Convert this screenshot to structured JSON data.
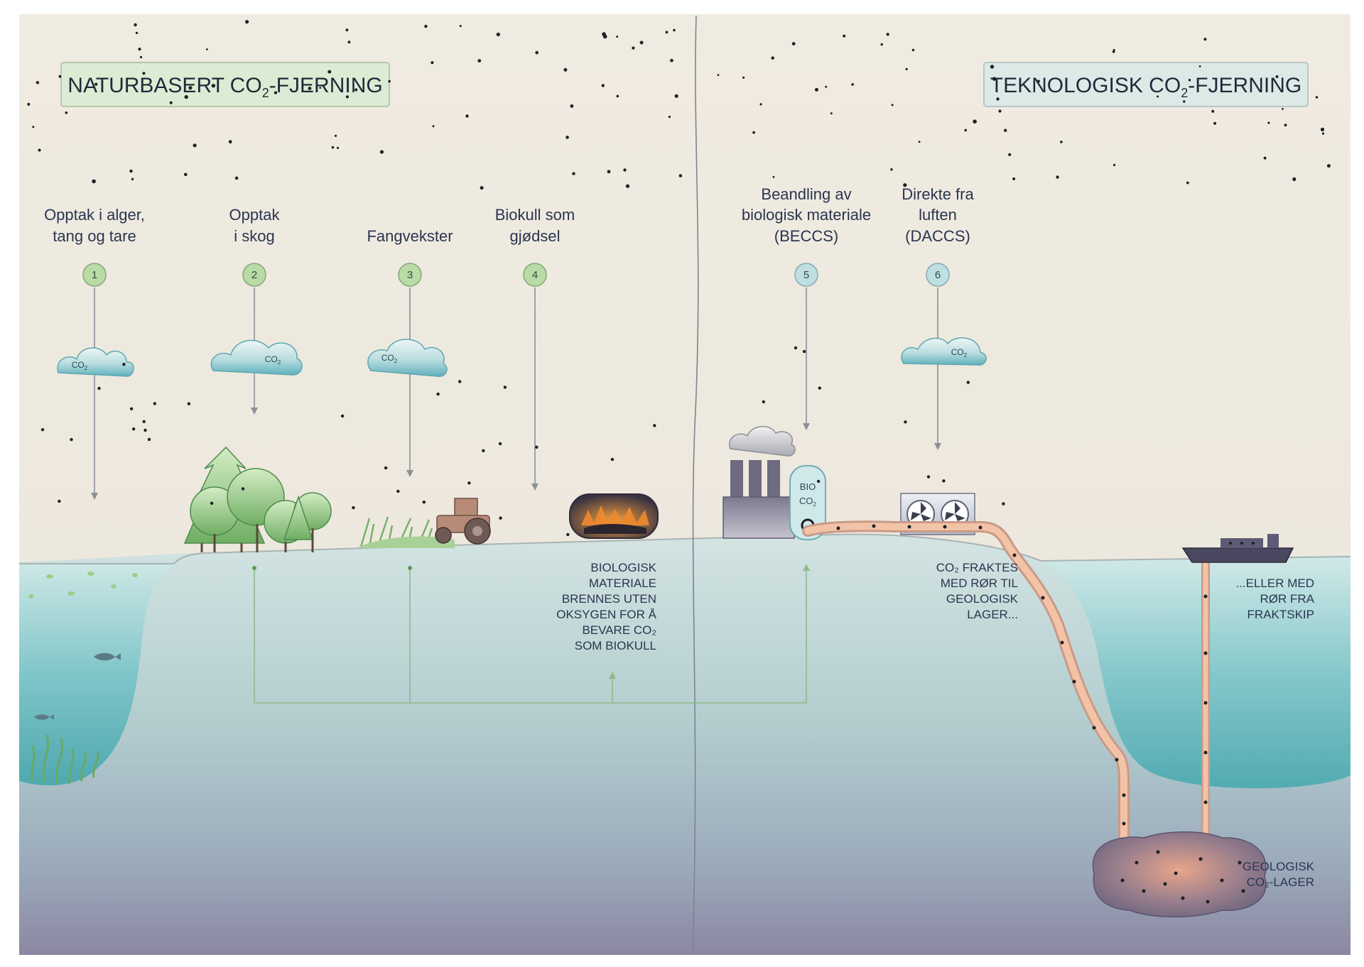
{
  "headers": {
    "nature": {
      "pre": "NATURBASERT CO",
      "sub": "2",
      "post": "-FJERNING"
    },
    "tech": {
      "pre": "TEKNOLOGISK CO",
      "sub": "2",
      "post": "-FJERNING"
    }
  },
  "methods": [
    {
      "num": "1",
      "lines": [
        "Opptak i alger,",
        "tang og tare"
      ]
    },
    {
      "num": "2",
      "lines": [
        "Opptak",
        "i skog"
      ]
    },
    {
      "num": "3",
      "lines": [
        "Fangvekster"
      ]
    },
    {
      "num": "4",
      "lines": [
        "Biokull som",
        "gjødsel"
      ]
    },
    {
      "num": "5",
      "lines": [
        "Beandling av",
        "biologisk materiale",
        "(BECCS)"
      ]
    },
    {
      "num": "6",
      "lines": [
        "Direkte fra",
        "luften",
        "(DACCS)"
      ]
    }
  ],
  "cloud_label": {
    "pre": "CO",
    "sub": "2"
  },
  "biobox": {
    "line1": "BIO",
    "line2_pre": "CO",
    "line2_sub": "2"
  },
  "captions": {
    "biochar": [
      "BIOLOGISK",
      "MATERIALE",
      "BRENNES UTEN",
      "OKSYGEN FOR Å",
      "BEVARE CO₂",
      "SOM BIOKULL"
    ],
    "pipe": [
      "CO₂ FRAKTES",
      "MED RØR TIL",
      "GEOLOGISK",
      "LAGER..."
    ],
    "ship": [
      "...ELLER MED",
      "RØR FRA",
      "FRAKTSKIP"
    ],
    "storage": [
      "GEOLOGISK",
      "CO₂-LAGER"
    ]
  },
  "colors": {
    "paper": "#efeae0",
    "nature_box": "#dcebd3",
    "tech_box": "#dde9e6",
    "green_marker": "#b9dba5",
    "blue_marker": "#bfe0e3",
    "sea_top": "#bfe0e0",
    "sea_mid": "#5fb3b8",
    "ground_bottom": "#8f8aa4",
    "pipe": "#f3c3a8"
  }
}
